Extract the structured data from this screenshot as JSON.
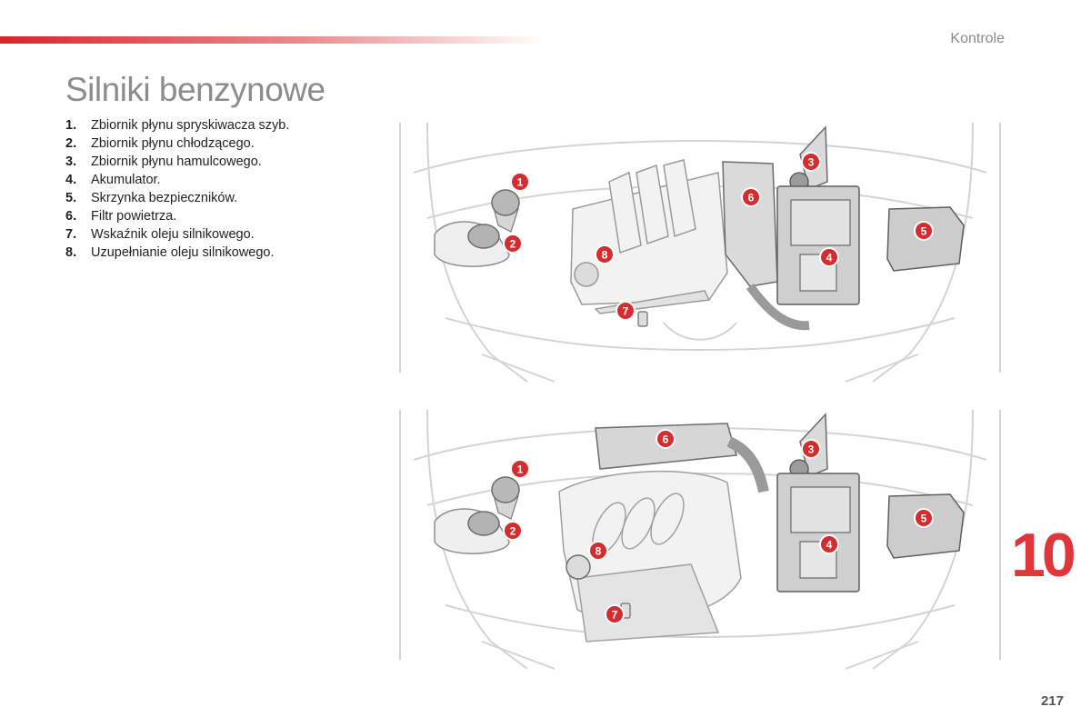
{
  "header": {
    "section": "Kontrole"
  },
  "title": "Silniki benzynowe",
  "legend": [
    {
      "num": "1.",
      "text": "Zbiornik płynu spryskiwacza szyb."
    },
    {
      "num": "2.",
      "text": "Zbiornik płynu chłodzącego."
    },
    {
      "num": "3.",
      "text": "Zbiornik płynu hamulcowego."
    },
    {
      "num": "4.",
      "text": "Akumulator."
    },
    {
      "num": "5.",
      "text": "Skrzynka bezpieczników."
    },
    {
      "num": "6.",
      "text": "Filtr powietrza."
    },
    {
      "num": "7.",
      "text": "Wskaźnik oleju silnikowego."
    },
    {
      "num": "8.",
      "text": "Uzupełnianie oleju silnikowego."
    }
  ],
  "markers": [
    "1",
    "2",
    "3",
    "4",
    "5",
    "6",
    "7",
    "8"
  ],
  "chapter": "10",
  "page_number": "217",
  "colors": {
    "accent": "#d8232a",
    "chapter": "#e0353a",
    "marker": "#d42d30"
  }
}
